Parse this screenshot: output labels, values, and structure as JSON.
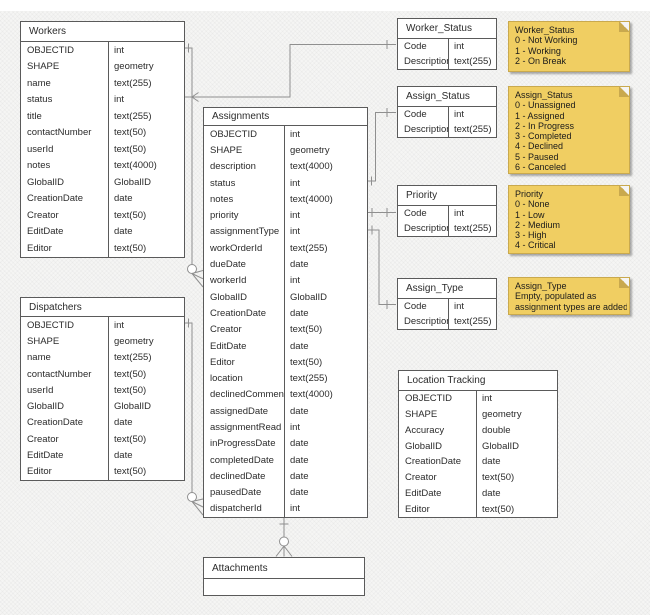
{
  "colors": {
    "background": "#F5F5F4",
    "table_border": "#5A5A5A",
    "connector": "#8F8F8F",
    "note_fill": "#F0CE62",
    "note_fold": "#C9A94E"
  },
  "tables": {
    "workers": {
      "title": "Workers",
      "fields": [
        {
          "name": "OBJECTID",
          "type": "int"
        },
        {
          "name": "SHAPE",
          "type": "geometry"
        },
        {
          "name": "name",
          "type": "text(255)"
        },
        {
          "name": "status",
          "type": "int"
        },
        {
          "name": "title",
          "type": "text(255)"
        },
        {
          "name": "contactNumber",
          "type": "text(50)"
        },
        {
          "name": "userId",
          "type": "text(50)"
        },
        {
          "name": "notes",
          "type": "text(4000)"
        },
        {
          "name": "GlobalID",
          "type": "GlobalID"
        },
        {
          "name": "CreationDate",
          "type": "date"
        },
        {
          "name": "Creator",
          "type": "text(50)"
        },
        {
          "name": "EditDate",
          "type": "date"
        },
        {
          "name": "Editor",
          "type": "text(50)"
        }
      ]
    },
    "dispatchers": {
      "title": "Dispatchers",
      "fields": [
        {
          "name": "OBJECTID",
          "type": "int"
        },
        {
          "name": "SHAPE",
          "type": "geometry"
        },
        {
          "name": "name",
          "type": "text(255)"
        },
        {
          "name": "contactNumber",
          "type": "text(50)"
        },
        {
          "name": "userId",
          "type": "text(50)"
        },
        {
          "name": "GlobalID",
          "type": "GlobalID"
        },
        {
          "name": "CreationDate",
          "type": "date"
        },
        {
          "name": "Creator",
          "type": "text(50)"
        },
        {
          "name": "EditDate",
          "type": "date"
        },
        {
          "name": "Editor",
          "type": "text(50)"
        }
      ]
    },
    "assignments": {
      "title": "Assignments",
      "fields": [
        {
          "name": "OBJECTID",
          "type": "int"
        },
        {
          "name": "SHAPE",
          "type": "geometry"
        },
        {
          "name": "description",
          "type": "text(4000)"
        },
        {
          "name": "status",
          "type": "int"
        },
        {
          "name": "notes",
          "type": "text(4000)"
        },
        {
          "name": "priority",
          "type": "int"
        },
        {
          "name": "assignmentType",
          "type": "int"
        },
        {
          "name": "workOrderId",
          "type": "text(255)"
        },
        {
          "name": "dueDate",
          "type": "date"
        },
        {
          "name": "workerId",
          "type": "int"
        },
        {
          "name": "GlobalID",
          "type": "GlobalID"
        },
        {
          "name": "CreationDate",
          "type": "date"
        },
        {
          "name": "Creator",
          "type": "text(50)"
        },
        {
          "name": "EditDate",
          "type": "date"
        },
        {
          "name": "Editor",
          "type": "text(50)"
        },
        {
          "name": "location",
          "type": "text(255)"
        },
        {
          "name": "declinedComment",
          "type": "text(4000)"
        },
        {
          "name": "assignedDate",
          "type": "date"
        },
        {
          "name": "assignmentRead",
          "type": "int"
        },
        {
          "name": "inProgressDate",
          "type": "date"
        },
        {
          "name": "completedDate",
          "type": "date"
        },
        {
          "name": "declinedDate",
          "type": "date"
        },
        {
          "name": "pausedDate",
          "type": "date"
        },
        {
          "name": "dispatcherId",
          "type": "int"
        }
      ]
    },
    "worker_status": {
      "title": "Worker_Status",
      "fields": [
        {
          "name": "Code",
          "type": "int"
        },
        {
          "name": "Description",
          "type": "text(255)"
        }
      ]
    },
    "assign_status": {
      "title": "Assign_Status",
      "fields": [
        {
          "name": "Code",
          "type": "int"
        },
        {
          "name": "Description",
          "type": "text(255)"
        }
      ]
    },
    "priority": {
      "title": "Priority",
      "fields": [
        {
          "name": "Code",
          "type": "int"
        },
        {
          "name": "Description",
          "type": "text(255)"
        }
      ]
    },
    "assign_type": {
      "title": "Assign_Type",
      "fields": [
        {
          "name": "Code",
          "type": "int"
        },
        {
          "name": "Description",
          "type": "text(255)"
        }
      ]
    },
    "location_tracking": {
      "title": "Location Tracking",
      "fields": [
        {
          "name": "OBJECTID",
          "type": "int"
        },
        {
          "name": "SHAPE",
          "type": "geometry"
        },
        {
          "name": "Accuracy",
          "type": "double"
        },
        {
          "name": "GlobalID",
          "type": "GlobalID"
        },
        {
          "name": "CreationDate",
          "type": "date"
        },
        {
          "name": "Creator",
          "type": "text(50)"
        },
        {
          "name": "EditDate",
          "type": "date"
        },
        {
          "name": "Editor",
          "type": "text(50)"
        }
      ]
    },
    "attachments": {
      "title": "Attachments",
      "fields": []
    }
  },
  "notes": {
    "worker_status": {
      "title": "Worker_Status",
      "lines": [
        "0 - Not Working",
        "1 - Working",
        "2 - On Break"
      ]
    },
    "assign_status": {
      "title": "Assign_Status",
      "lines": [
        "0 - Unassigned",
        "1 - Assigned",
        "2 - In Progress",
        "3 - Completed",
        "4 - Declined",
        "5 - Paused",
        "6 - Canceled"
      ]
    },
    "priority": {
      "title": "Priority",
      "lines": [
        "0 - None",
        "1 - Low",
        "2 - Medium",
        "3 - High",
        "4 - Critical"
      ]
    },
    "assign_type": {
      "title": "Assign_Type",
      "lines": [
        "Empty, populated as",
        "assignment types are added"
      ]
    }
  }
}
